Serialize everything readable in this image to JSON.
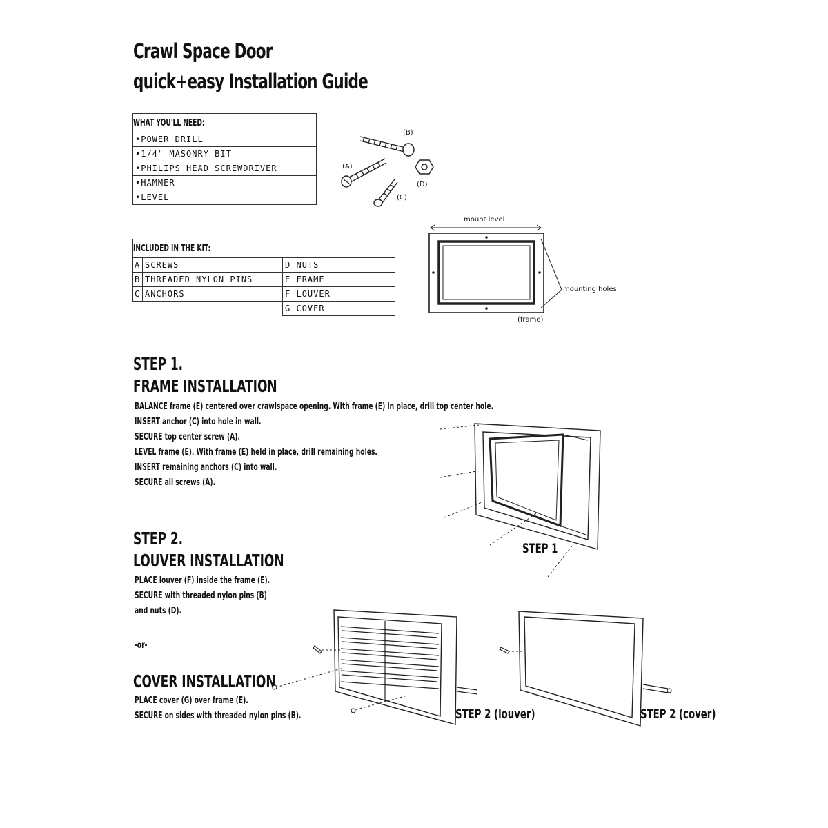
{
  "title": {
    "line1": "Crawl Space Door",
    "line2": "quick+easy Installation Guide"
  },
  "needs": {
    "heading": "WHAT YOU'LL NEED:",
    "items": [
      "•POWER DRILL",
      "•1/4\" MASONRY BIT",
      "•PHILIPS HEAD SCREWDRIVER",
      "•HAMMER",
      "•LEVEL"
    ]
  },
  "kit": {
    "heading": "INCLUDED IN THE KIT:",
    "items": [
      {
        "letter": "A",
        "name": "SCREWS"
      },
      {
        "letter": "B",
        "name": "THREADED NYLON PINS"
      },
      {
        "letter": "C",
        "name": "ANCHORS"
      },
      {
        "letter": "D",
        "name": "NUTS"
      },
      {
        "letter": "E",
        "name": "FRAME"
      },
      {
        "letter": "F",
        "name": "LOUVER"
      },
      {
        "letter": "G",
        "name": "COVER"
      }
    ]
  },
  "hardware_labels": {
    "a": "(A)",
    "b": "(B)",
    "c": "(C)",
    "d": "(D)"
  },
  "frame_figure": {
    "mount_level": "mount level",
    "mounting_holes": "mounting holes",
    "frame": "(frame)"
  },
  "step1": {
    "title_line1": "STEP 1.",
    "title_line2": "FRAME INSTALLATION",
    "lines": [
      "BALANCE frame (E) centered over crawlspace opening.  With frame (E) in place, drill top center hole.",
      "INSERT anchor (C) into hole in wall.",
      "SECURE top center screw (A).",
      "LEVEL frame (E). With frame (E) held in place, drill remaining holes.",
      "INSERT remaining anchors (C) into wall.",
      "SECURE all screws (A)."
    ],
    "caption": "STEP 1"
  },
  "step2": {
    "title_line1": "STEP 2.",
    "title_line2": "LOUVER INSTALLATION",
    "lines": [
      "PLACE louver (F) inside the frame (E).",
      "SECURE with threaded nylon pins (B)",
      "and nuts (D)."
    ],
    "or": "-or-",
    "caption_louver": "STEP 2 (louver)"
  },
  "cover": {
    "title": "COVER INSTALLATION",
    "lines": [
      "PLACE cover (G) over frame (E).",
      "SECURE on sides with threaded nylon pins (B)."
    ],
    "caption": "STEP 2 (cover)"
  }
}
